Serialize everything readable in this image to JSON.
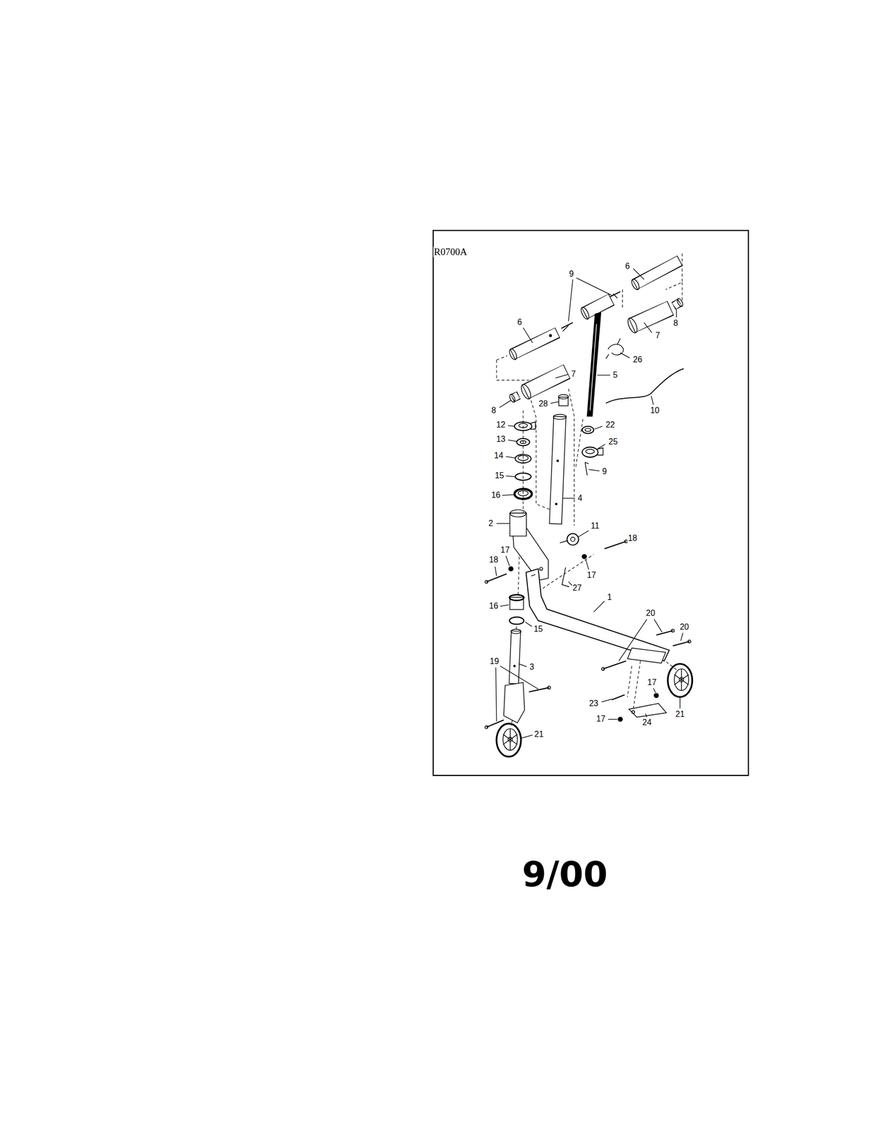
{
  "diagram": {
    "labels": [
      "R0700A",
      "9",
      "6",
      "6",
      "7",
      "8",
      "26",
      "5",
      "7",
      "28",
      "8",
      "10",
      "12",
      "22",
      "13",
      "25",
      "14",
      "9",
      "15",
      "16",
      "4",
      "2",
      "11",
      "18",
      "17",
      "18",
      "17",
      "27",
      "1",
      "16",
      "20",
      "20",
      "15",
      "19",
      "3",
      "17",
      "23",
      "21",
      "17",
      "24",
      "21",
      "9/00"
    ]
  }
}
